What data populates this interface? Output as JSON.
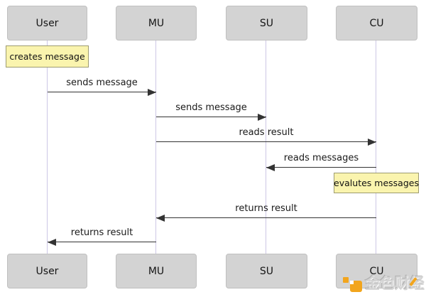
{
  "diagram": {
    "type": "uml-sequence-diagram",
    "actors": [
      {
        "name": "User"
      },
      {
        "name": "MU"
      },
      {
        "name": "SU"
      },
      {
        "name": "CU"
      }
    ],
    "messages": [
      {
        "label": "sends message",
        "from": "User",
        "to": "MU"
      },
      {
        "label": "sends message",
        "from": "MU",
        "to": "SU"
      },
      {
        "label": "reads result",
        "from": "MU",
        "to": "CU"
      },
      {
        "label": "reads messages",
        "from": "CU",
        "to": "SU"
      },
      {
        "label": "returns result",
        "from": "CU",
        "to": "MU"
      },
      {
        "label": "returns result",
        "from": "MU",
        "to": "User"
      }
    ],
    "notes": [
      {
        "text": "creates message",
        "actor": "User"
      },
      {
        "text": "evalutes messages",
        "actor": "CU"
      }
    ],
    "colors": {
      "actor_fill": "#d3d3d3",
      "actor_border": "#c0c0c0",
      "lifeline": "#cdc7e5",
      "arrow": "#333333",
      "note_fill": "#faf4ae",
      "note_border": "#9d9b70",
      "watermark_orange": "#f2a51d",
      "watermark_gray": "#d4d4d4"
    }
  },
  "watermark": {
    "text": "金色财经"
  }
}
